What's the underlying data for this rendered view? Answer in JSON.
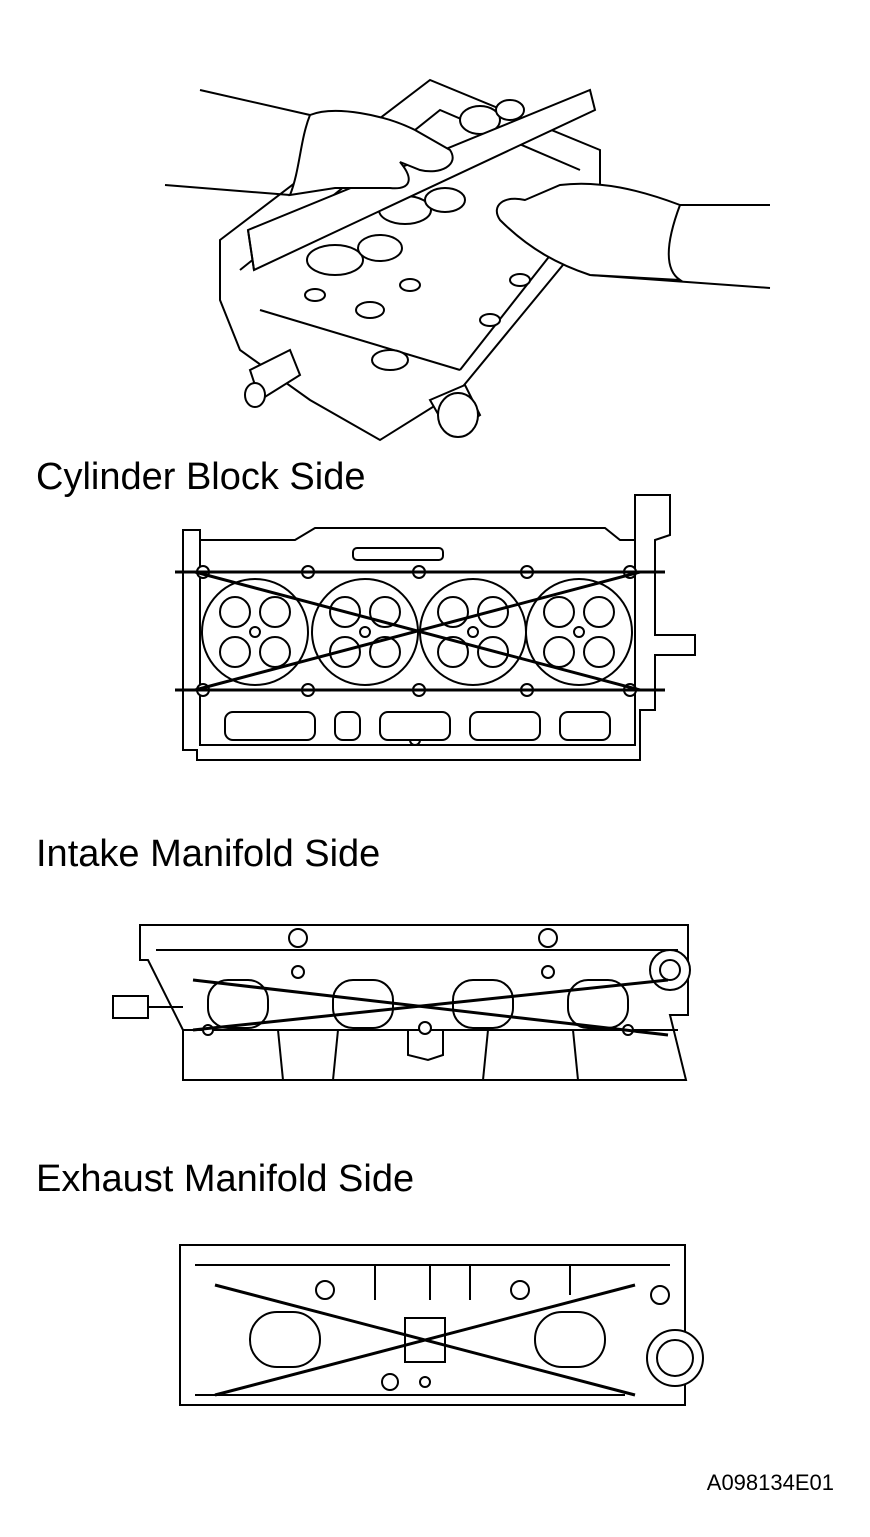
{
  "labels": {
    "cylinder_block": "Cylinder Block Side",
    "intake_manifold": "Intake Manifold Side",
    "exhaust_manifold": "Exhaust Manifold Side"
  },
  "figure_code": "A098134E01"
}
